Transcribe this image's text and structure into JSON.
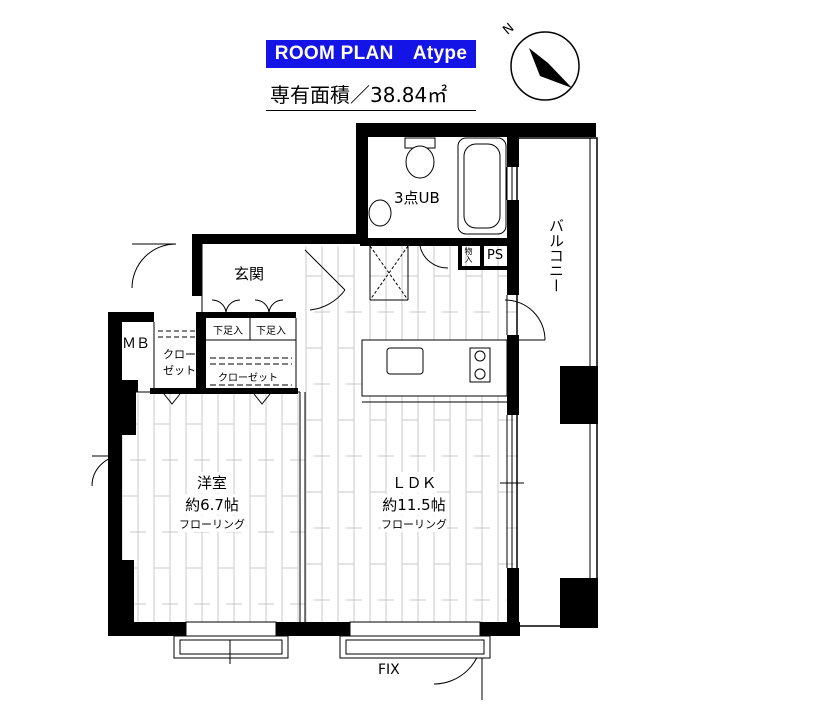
{
  "header": {
    "title": "ROOM PLAN　Atype",
    "area": "専有面積／38.84㎡"
  },
  "compass": {
    "north_label": "N"
  },
  "rooms": {
    "bath": "3点UB",
    "entrance": "玄関",
    "balcony": "バルコニー",
    "storage": "物入",
    "ps": "PS",
    "mb": "ＭＢ",
    "closet1_line1": "クロー",
    "closet1_line2": "ゼット",
    "closet2": "クローゼット",
    "shoe1": "下足入",
    "shoe2": "下足入",
    "western_name": "洋室",
    "western_size": "約6.7帖",
    "western_floor": "フローリング",
    "ldk_name": "ＬＤＫ",
    "ldk_size": "約11.5帖",
    "ldk_floor": "フローリング",
    "fix": "FIX"
  },
  "colors": {
    "title_bg": "#1414e6",
    "wall": "#000000",
    "floor_line": "#c8c8c8"
  }
}
